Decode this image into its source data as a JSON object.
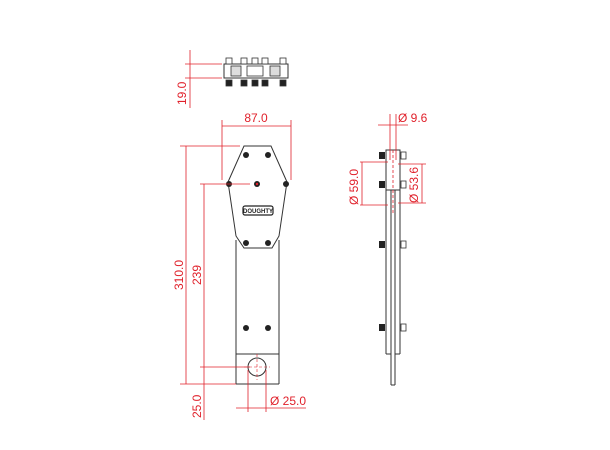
{
  "drawing": {
    "brand_label": "DOUGHTY",
    "dimensions": {
      "top_height": "19.0",
      "width": "87.0",
      "total_height": "310.0",
      "hole_offset": "239",
      "bottom_offset": "25.0",
      "bottom_hole": "Ø 25.0",
      "clamp_slot": "Ø 9.6",
      "clamp_outer": "Ø 59.0",
      "clamp_inner": "Ø 53.6"
    },
    "colors": {
      "dimension": "#e0202a",
      "outline": "#333333"
    }
  }
}
